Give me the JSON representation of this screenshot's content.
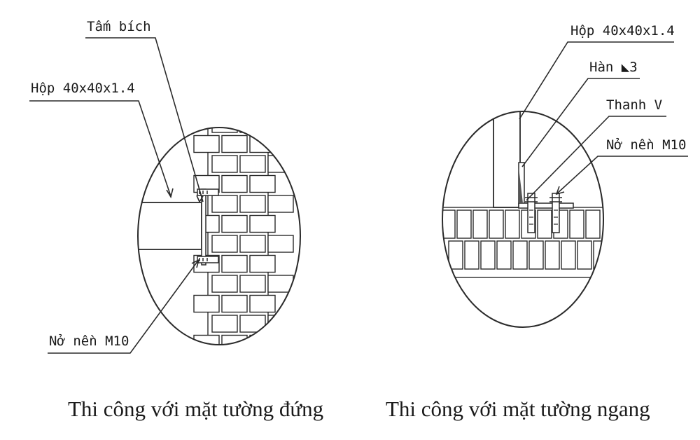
{
  "left_detail": {
    "labels": {
      "tam_bich": "Tấm bích",
      "hop": "Hộp 40x40x1.4",
      "no_nen": "Nở nền M10"
    },
    "caption": "Thi công với mặt tường đứng"
  },
  "right_detail": {
    "labels": {
      "hop": "Hộp 40x40x1.4",
      "han": "Hàn ◣3",
      "thanh_v": "Thanh V",
      "no_nen": "Nở nền M10"
    },
    "caption": "Thi công với mặt tường ngang"
  },
  "colors": {
    "line": "#2a2a2a",
    "background": "#ffffff"
  }
}
